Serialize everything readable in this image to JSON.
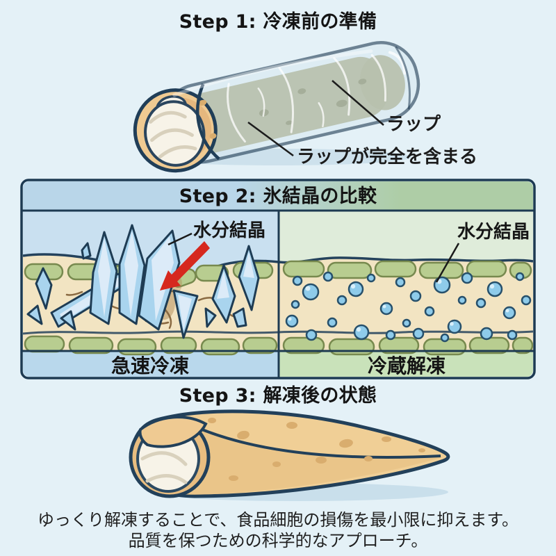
{
  "step1": {
    "title": "Step 1: 冷凍前の準備",
    "labels": {
      "wrap": "ラップ",
      "wrap_full": "ラップが完全を含まる"
    }
  },
  "step2": {
    "title": "Step 2: 氷結晶の比較",
    "left_panel": {
      "crystal_label": "水分結晶",
      "caption": "急速冷凍"
    },
    "right_panel": {
      "crystal_label": "水分結晶",
      "caption": "冷蔵解凍"
    }
  },
  "step3": {
    "title": "Step 3: 解凍後の状態"
  },
  "footer": {
    "line1": "ゆっくり解凍することで、食品細胞の損傷を最小限に抑えます。",
    "line2": "品質を保つための科学的なアプローチ。"
  },
  "colors": {
    "background": "#e4f1f7",
    "outline_navy": "#1d3a52",
    "header_blue": "#b9d6e9",
    "header_green": "#aecda6",
    "panel_blue": "#c9e0f0",
    "panel_green": "#dfecda",
    "band_blue": "#b9d8ec",
    "band_green": "#c9e2ba",
    "tissue_cream": "#f2e4c2",
    "cell_green": "#b8cd90",
    "ice_blue": "#a9d4ee",
    "droplet_blue": "#8ecbea",
    "arrow_red": "#d6281e",
    "crepe_tan": "#efca92",
    "cream_white": "#f7f3e8"
  }
}
